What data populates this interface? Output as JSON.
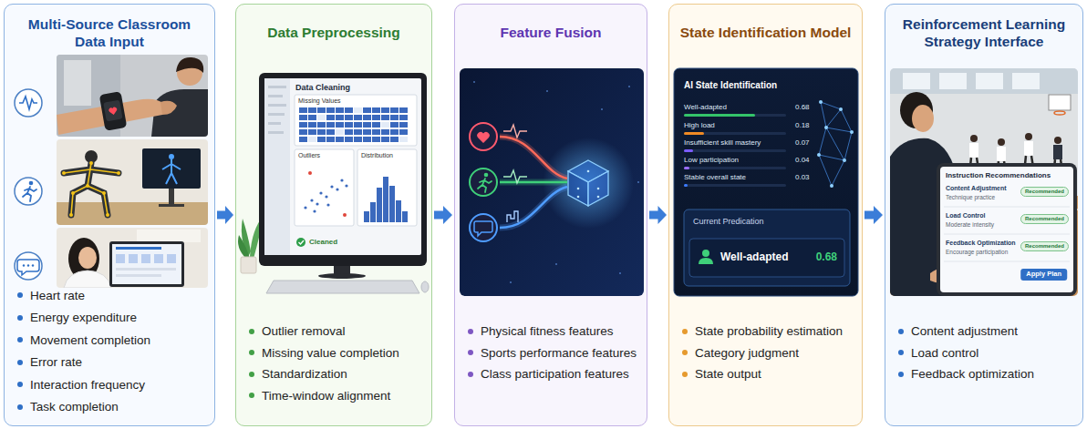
{
  "diagram": {
    "nodes": [
      {
        "text": [
          "Multi-Source Classroom Data Input",
          "Heart rate",
          "Energy expenditure",
          "Movement completion",
          "Error rate",
          "Interaction frequency",
          "Task completion"
        ]
      },
      {
        "text": [
          "Data Preprocessing",
          "Outlier removal",
          "Missing value completion",
          "Standardization",
          "Time-window alignment"
        ]
      },
      {
        "text": [
          "Feature Fusion",
          "Physical fitness features",
          "Sports performance features",
          "Class participation features"
        ]
      },
      {
        "text": [
          "State Identification Model",
          "State probability estimation",
          "Category judgment",
          "State output"
        ]
      },
      {
        "text": [
          "Reinforcement Learning Strategy Interface",
          "Content adjustment",
          "Load control",
          "Feedback optimization"
        ]
      }
    ],
    "edges": [
      {
        "from": 0,
        "to": 1,
        "arrow": "to"
      },
      {
        "from": 1,
        "to": 2,
        "arrow": "to"
      },
      {
        "from": 2,
        "to": 3,
        "arrow": "to"
      },
      {
        "from": 3,
        "to": 4,
        "arrow": "to"
      }
    ],
    "labels": [
      "Data Cleaning",
      "Missing Values",
      "Outliers",
      "Distribution",
      "Cleaned",
      "AI State Identification",
      "Well-adapted",
      "0.68",
      "High load",
      "0.18",
      "Insufficient skill mastery",
      "0.07",
      "Low participation",
      "0.04",
      "Stable overall state",
      "0.03",
      "Current Predication",
      "Well-adapted",
      "0.68",
      "Instruction Recommendations",
      "Content Adjustment",
      "Technique practice",
      "Recommended",
      "Load Control",
      "Moderate intensity",
      "Recommended",
      "Feedback Optimization",
      "Encourage participation",
      "Recommended",
      "Apply Plan"
    ]
  }
}
